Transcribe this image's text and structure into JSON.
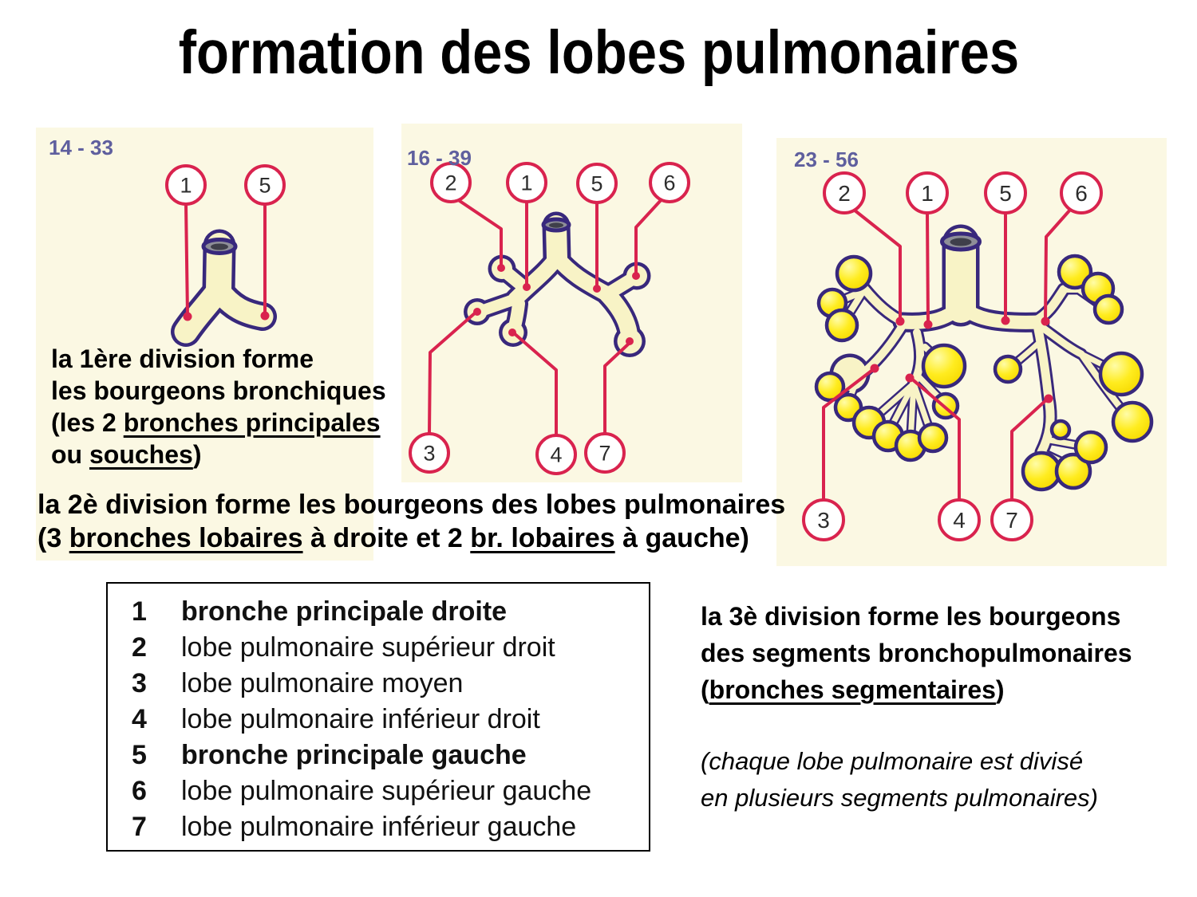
{
  "title": "formation des lobes pulmonaires",
  "panels": [
    {
      "stage_label": "14 - 33",
      "callouts": [
        "1",
        "5"
      ]
    },
    {
      "stage_label": "16 - 39",
      "callouts": [
        "2",
        "1",
        "5",
        "6",
        "3",
        "4",
        "7"
      ]
    },
    {
      "stage_label": "23 - 56",
      "callouts": [
        "2",
        "1",
        "5",
        "6",
        "3",
        "4",
        "7"
      ]
    }
  ],
  "captions": {
    "division1": {
      "line1": "la 1ère division forme",
      "line2": "les bourgeons bronchiques",
      "line3_pre": "(les 2 ",
      "line3_underline": "bronches principales",
      "line4_pre": "ou ",
      "line4_underline": "souches",
      "line4_post": ")"
    },
    "division2": {
      "line1": "la 2è division forme les bourgeons des lobes pulmonaires",
      "line2_pre": "(3 ",
      "line2_underline1": "bronches lobaires",
      "line2_mid": " à droite et 2 ",
      "line2_underline2": "br. lobaires",
      "line2_post": " à gauche)"
    },
    "division3": {
      "line1": "la 3è division forme les bourgeons",
      "line2": "des segments bronchopulmonaires",
      "line3_pre": "(",
      "line3_underline": "bronches segmentaires",
      "line3_post": ")",
      "note_line1": "(chaque lobe pulmonaire est divisé",
      "note_line2": "en plusieurs segments pulmonaires)"
    }
  },
  "legend": {
    "items": [
      {
        "num": "1",
        "label": "bronche principale droite"
      },
      {
        "num": "2",
        "label": "lobe pulmonaire supérieur droit"
      },
      {
        "num": "3",
        "label": "lobe pulmonaire moyen"
      },
      {
        "num": "4",
        "label": "lobe pulmonaire inférieur droit"
      },
      {
        "num": "5",
        "label": "bronche principale gauche"
      },
      {
        "num": "6",
        "label": "lobe pulmonaire supérieur gauche"
      },
      {
        "num": "7",
        "label": "lobe pulmonaire inférieur gauche"
      }
    ]
  },
  "colors": {
    "leader_red": "#D9234E",
    "panel_background": "#FBF8E3",
    "tree_outline": "#38287C",
    "tree_fill": "#F8F3C6",
    "bud_yellow": "#FFE920",
    "stage_label_blue": "#5F5F9E"
  }
}
